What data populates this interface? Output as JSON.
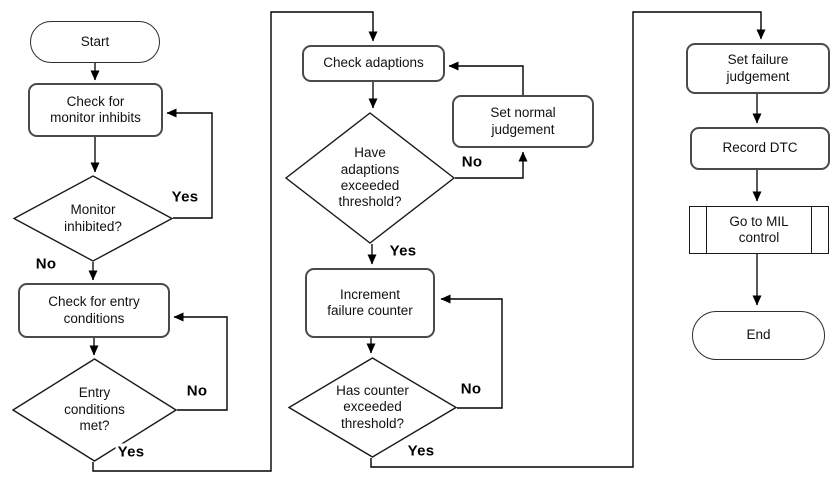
{
  "nodes": {
    "start": {
      "label": "Start"
    },
    "check_monitor_inhibits": {
      "label": "Check for\nmonitor inhibits"
    },
    "monitor_inhibited": {
      "label": "Monitor\ninhibited?"
    },
    "check_entry_conditions": {
      "label": "Check for entry\nconditions"
    },
    "entry_conditions_met": {
      "label": "Entry\nconditions\nmet?"
    },
    "check_adaptions": {
      "label": "Check adaptions"
    },
    "adaptions_exceeded_threshold": {
      "label": "Have\nadaptions\nexceeded\nthreshold?"
    },
    "set_normal_judgement": {
      "label": "Set normal\njudgement"
    },
    "increment_failure_counter": {
      "label": "Increment\nfailure counter"
    },
    "counter_exceeded_threshold": {
      "label": "Has counter\nexceeded\nthreshold?"
    },
    "set_failure_judgement": {
      "label": "Set failure\njudgement"
    },
    "record_dtc": {
      "label": "Record DTC"
    },
    "go_to_mil_control": {
      "label": "Go to MIL\ncontrol"
    },
    "end": {
      "label": "End"
    }
  },
  "edge_labels": {
    "monitor_inhibited_yes": "Yes",
    "monitor_inhibited_no": "No",
    "entry_conditions_no": "No",
    "entry_conditions_yes": "Yes",
    "adaptions_no": "No",
    "adaptions_yes": "Yes",
    "counter_no": "No",
    "counter_yes": "Yes"
  },
  "colors": {
    "background": "#ffffff",
    "process_border": "#4a4a4a",
    "line": "#000000",
    "text": "#111111"
  }
}
